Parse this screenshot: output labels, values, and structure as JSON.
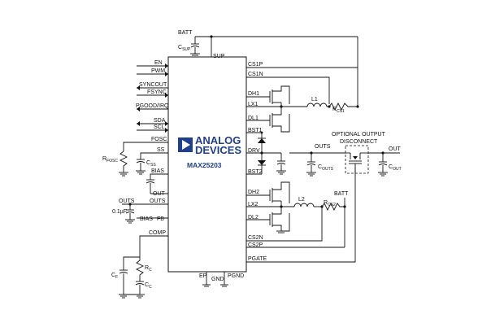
{
  "chip": {
    "brand_line1": "ANALOG",
    "brand_line2": "DEVICES",
    "part_number": "MAX25203",
    "brand_color": "#1f3f8f"
  },
  "left_pins": {
    "en": "EN",
    "pwm": "PWM",
    "syncout": "SYNCOUT",
    "fsync": "FSYNC",
    "pgood": "PGOOD/IRQ",
    "sda": "SDA",
    "scl": "SCL",
    "fosc": "FOSC",
    "ss": "SS",
    "bias": "BIAS",
    "out": "OUT",
    "outs": "OUTS",
    "fb": "FB",
    "comp": "COMP",
    "ep": "EP",
    "gnd": "GND"
  },
  "right_pins": {
    "sup": "SUP",
    "cs1p": "CS1P",
    "cs1n": "CS1N",
    "dh1": "DH1",
    "lx1": "LX1",
    "dl1": "DL1",
    "bst1": "BST1",
    "drv": "DRV",
    "bst2": "BST2",
    "dh2": "DH2",
    "lx2": "LX2",
    "dl2": "DL2",
    "cs2n": "CS2N",
    "cs2p": "CS2P",
    "pgate": "PGATE",
    "pgnd": "PGND"
  },
  "external": {
    "batt_top": "BATT",
    "c_sup_main": "C",
    "c_sup_sub": "SUP",
    "rfosc_main": "R",
    "rfosc_sub": "FOSC",
    "css_main": "C",
    "css_sub": "SS",
    "bias_left": "BIAS",
    "outs_left": "OUTS",
    "cap_value": "0.1µF",
    "rc_main": "R",
    "rc_sub": "C",
    "cf_main": "C",
    "cf_sub": "F",
    "cc_main": "C",
    "cc_sub": "C",
    "l1": "L1",
    "rcs1_main": "R",
    "rcs1_sub": "CS1",
    "l2": "L2",
    "rcs2_main": "R",
    "rcs2_sub": "CS2",
    "batt_mid": "BATT",
    "outs_net": "OUTS",
    "couts_main": "C",
    "couts_sub": "OUTS",
    "disconnect_line1": "OPTIONAL OUTPUT",
    "disconnect_line2": "DISCONNECT",
    "out_net": "OUT",
    "cout_main": "C",
    "cout_sub": "OUT"
  }
}
